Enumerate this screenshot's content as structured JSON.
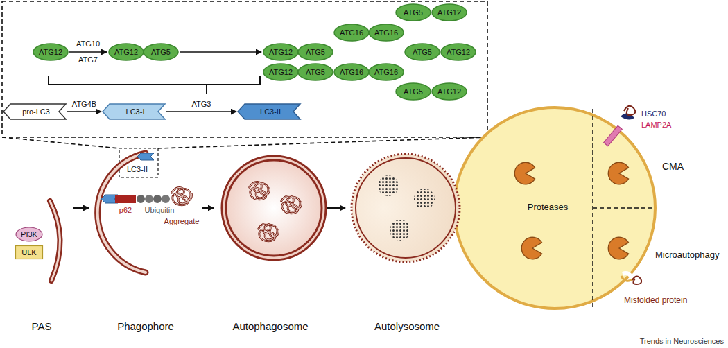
{
  "diagram": {
    "nodes": [
      {
        "text": [
          "ATG12"
        ]
      },
      {
        "text": [
          "ATG12"
        ]
      },
      {
        "text": [
          "ATG5"
        ]
      },
      {
        "text": [
          "ATG5"
        ]
      },
      {
        "text": [
          "ATG12"
        ]
      },
      {
        "text": [
          "ATG16"
        ]
      },
      {
        "text": [
          "ATG16"
        ]
      },
      {
        "text": [
          "ATG12"
        ]
      },
      {
        "text": [
          "ATG5"
        ]
      },
      {
        "text": [
          "ATG5"
        ]
      },
      {
        "text": [
          "ATG12"
        ]
      },
      {
        "text": [
          "ATG12"
        ]
      },
      {
        "text": [
          "ATG5"
        ]
      },
      {
        "text": [
          "ATG16"
        ]
      },
      {
        "text": [
          "ATG16"
        ]
      },
      {
        "text": [
          "ATG5"
        ]
      },
      {
        "text": [
          "ATG12"
        ]
      },
      {
        "text": [
          "pro-LC3"
        ]
      },
      {
        "text": [
          "LC3-I"
        ]
      },
      {
        "text": [
          "LC3-II"
        ]
      },
      {
        "text": [
          "PAS"
        ]
      },
      {
        "text": [
          "PI3K"
        ],
        "in": 20
      },
      {
        "text": [
          "ULK"
        ],
        "in": 20
      },
      {
        "text": [
          "Phagophore"
        ]
      },
      {
        "text": [
          "Autophagosome"
        ]
      },
      {
        "text": [
          "Autolysosome"
        ]
      }
    ],
    "edges": [
      {
        "from": 0,
        "to": 1,
        "arrow": "to"
      },
      {
        "from": 2,
        "to": 7,
        "arrow": "to"
      },
      {
        "from": 17,
        "to": 18,
        "label": "ATG4B",
        "arrow": "to"
      },
      {
        "from": 18,
        "to": 19,
        "label": "ATG3",
        "arrow": "to"
      },
      {
        "from": 20,
        "to": 23,
        "arrow": "to"
      },
      {
        "from": 23,
        "to": 24,
        "arrow": "to"
      },
      {
        "from": 24,
        "to": 25,
        "arrow": "to"
      }
    ],
    "labels": [
      "ATG10",
      "ATG7",
      "LC3-II",
      "p62",
      "Ubiquitin",
      "Aggregate",
      "Proteases",
      "HSC70",
      "LAMP2A",
      "CMA",
      "Microautophagy",
      "Misfolded protein",
      "Trends in Neurosciences"
    ]
  }
}
